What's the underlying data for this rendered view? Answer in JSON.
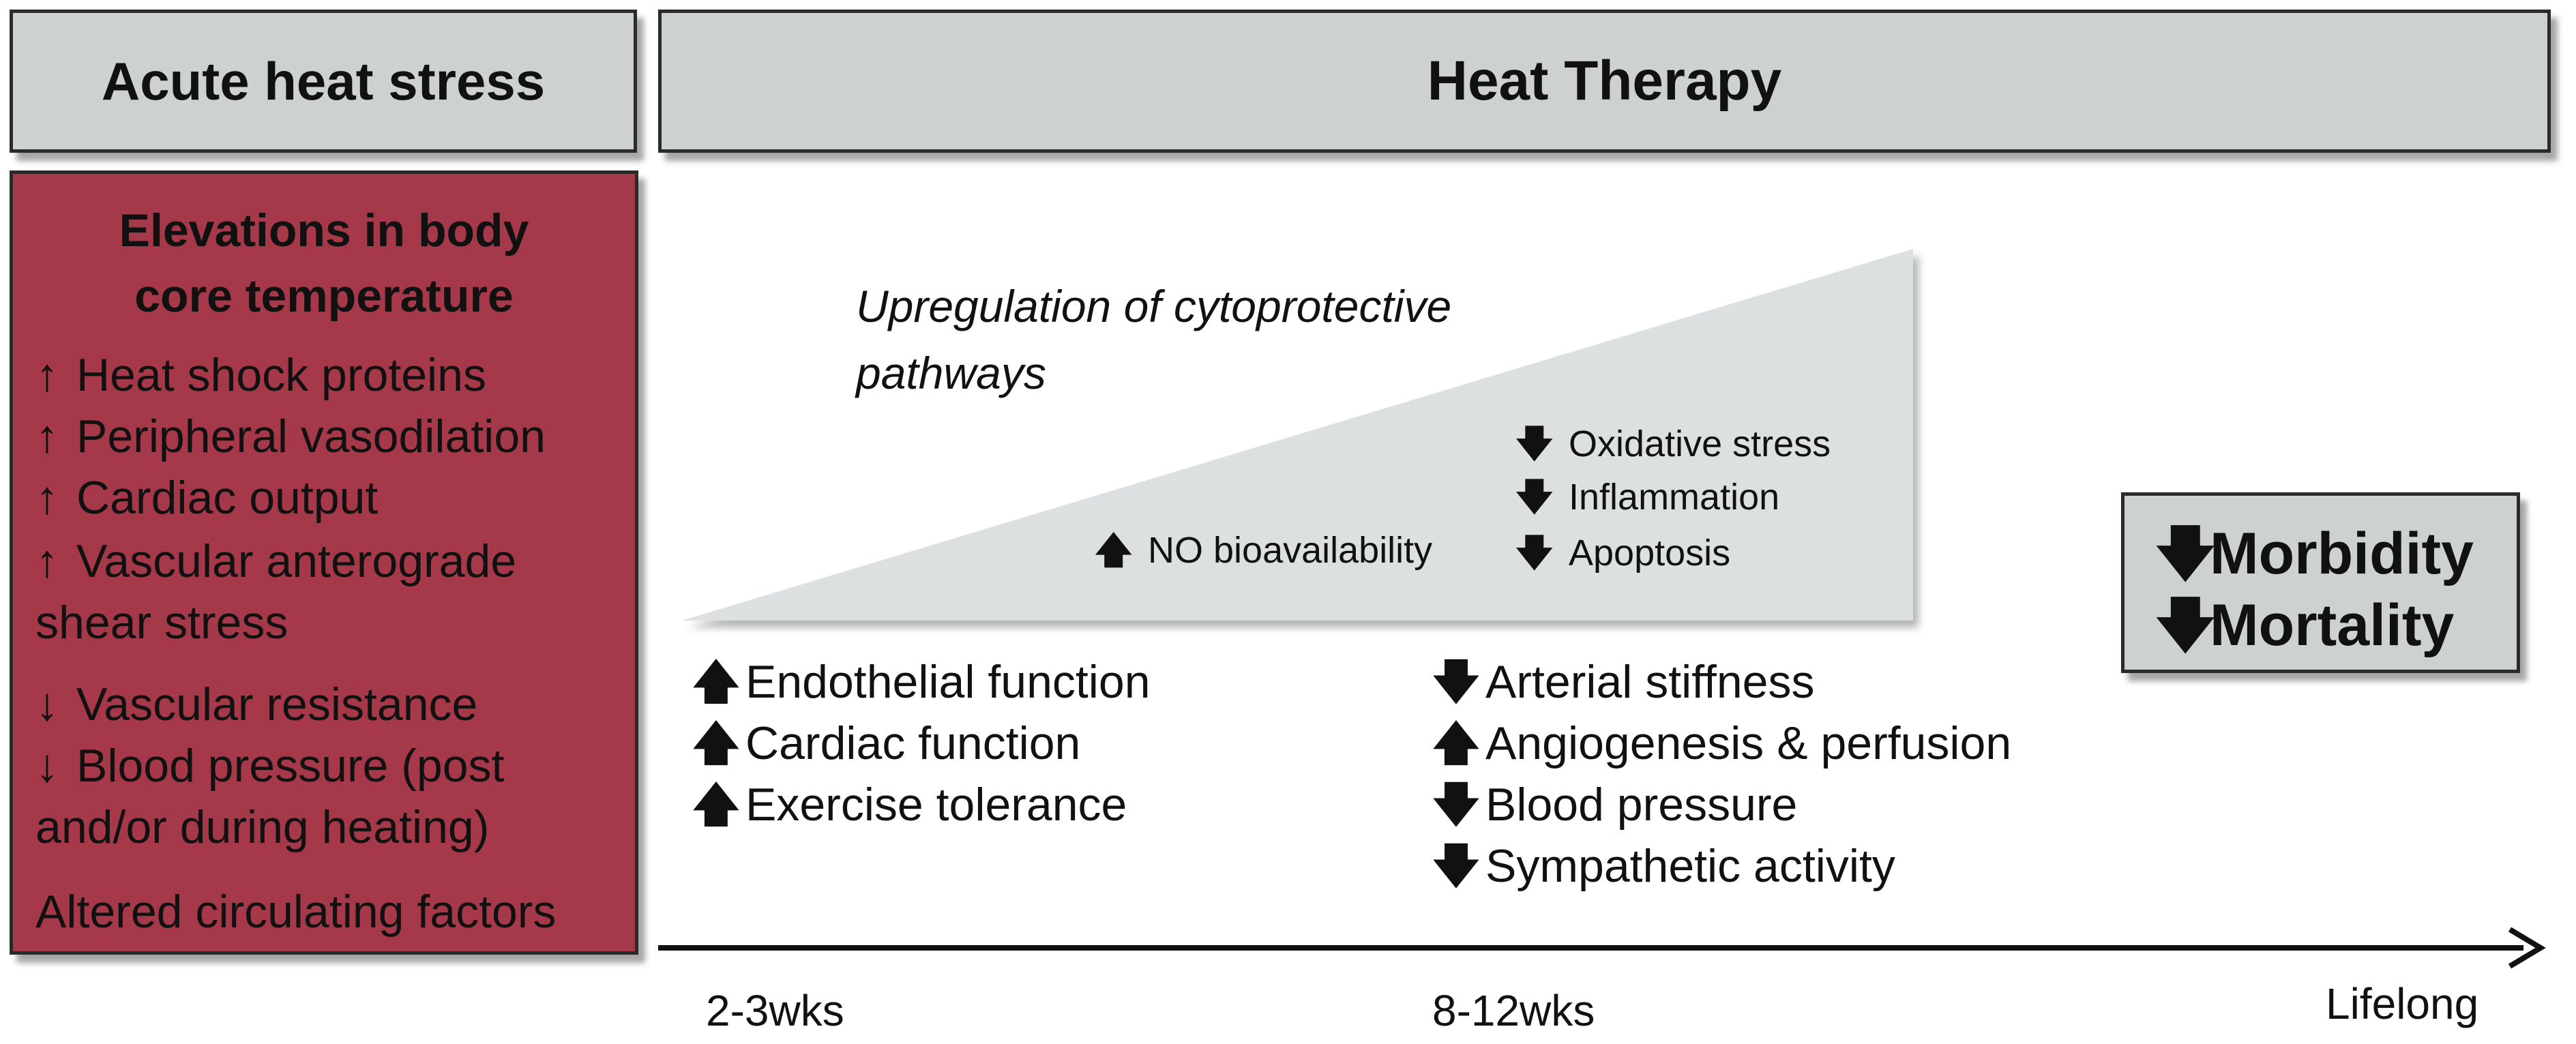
{
  "headers": {
    "acute": "Acute heat stress",
    "therapy": "Heat Therapy"
  },
  "acute_box": {
    "title_line1": "Elevations in body",
    "title_line2": "core temperature",
    "up_arrow": "↑",
    "down_arrow": "↓",
    "items": [
      "Heat shock proteins",
      "Peripheral vasodilation",
      "Cardiac output",
      "Vascular anterograde",
      "shear stress",
      "Vascular resistance",
      "Blood pressure (post",
      "and/or during heating)",
      "Altered circulating factors"
    ],
    "fill_color": "#a53849"
  },
  "triangle": {
    "title_line1": "Upregulation of cytoprotective",
    "title_line2": "pathways",
    "no_label": "NO bioavailability",
    "items": [
      "Oxidative stress",
      "Inflammation",
      "Apoptosis"
    ],
    "fill_color": "#dde0e0"
  },
  "effects_early": [
    "Endothelial function",
    "Cardiac function",
    "Exercise tolerance"
  ],
  "effects_late": [
    "Arterial stiffness",
    "Angiogenesis & perfusion",
    "Blood pressure",
    "Sympathetic activity"
  ],
  "outcome": {
    "line1": "Morbidity",
    "line2": "Mortality"
  },
  "timeline": {
    "start": "2-3wks",
    "mid": "8-12wks",
    "end": "Lifelong"
  },
  "bold_up": "🡅",
  "bold_down": "🡇"
}
